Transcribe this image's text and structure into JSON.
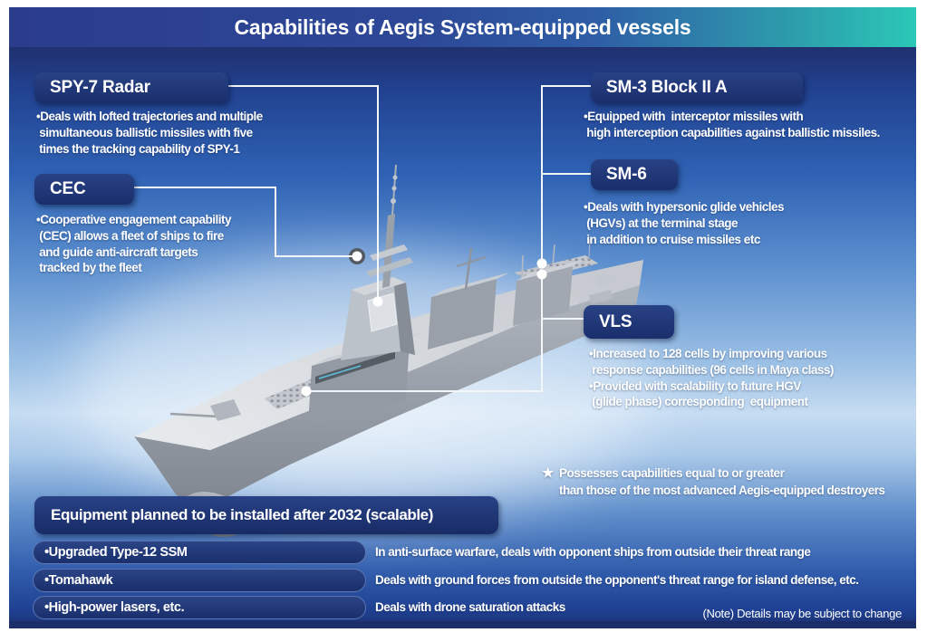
{
  "title": "Capabilities of Aegis System-equipped vessels",
  "callouts": {
    "spy7": {
      "label": "SPY-7 Radar",
      "body": "•Deals with lofted trajectories and multiple\n simultaneous ballistic missiles with five\n times the tracking capability of SPY-1"
    },
    "cec": {
      "label": "CEC",
      "body": "•Cooperative engagement capability\n (CEC) allows a fleet of ships to fire\n and guide anti-aircraft targets\n tracked by the fleet"
    },
    "sm3": {
      "label": "SM-3 Block II A",
      "body": "•Equipped with  interceptor missiles with\n high interception capabilities against ballistic missiles."
    },
    "sm6": {
      "label": "SM-6",
      "body": "•Deals with hypersonic glide vehicles\n (HGVs) at the terminal stage\n in addition to cruise missiles etc"
    },
    "vls": {
      "label": "VLS",
      "body": "•Increased to 128 cells by improving various\n response capabilities (96 cells in Maya class)\n•Provided with scalability to future HGV\n (glide phase) corresponding  equipment"
    }
  },
  "star_note": {
    "star": "★",
    "text": "Possesses capabilities equal to or greater\nthan those of the most advanced Aegis-equipped destroyers"
  },
  "equipment": {
    "header": "Equipment planned to be installed after 2032 (scalable)",
    "rows": [
      {
        "label": "•Upgraded Type-12 SSM",
        "desc": "In anti-surface warfare, deals with opponent ships from outside their threat range"
      },
      {
        "label": "•Tomahawk",
        "desc": "Deals with ground forces from outside the opponent's threat range for island defense, etc."
      },
      {
        "label": "•High-power lasers, etc.",
        "desc": "Deals with drone saturation attacks"
      }
    ]
  },
  "footnote": "(Note)  Details may be subject to change",
  "colors": {
    "title_gradient_start": "#2b3c8c",
    "title_gradient_end": "#2bc8b7",
    "callout_box_navy": "#1b2f6d",
    "background_top": "#20316e",
    "background_light": "#c6dcf2",
    "background_bottom": "#1b2f6b",
    "connector_line": "#f4f7fa",
    "ship_gray": "#c9ced5"
  }
}
